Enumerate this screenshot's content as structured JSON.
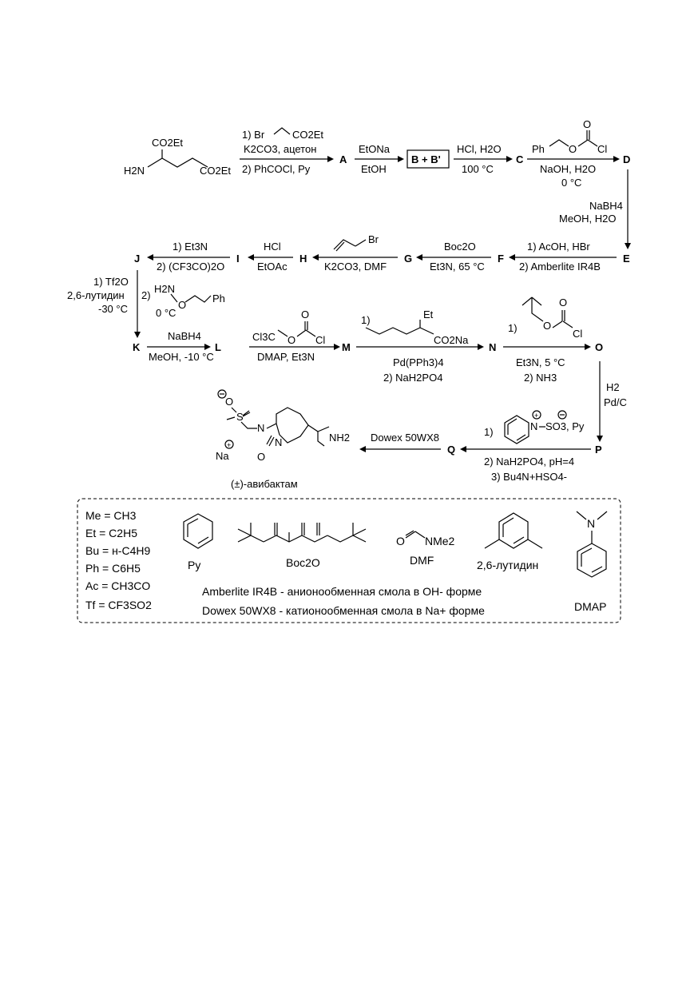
{
  "compounds": {
    "A": "A",
    "BB": "B + B'",
    "C": "C",
    "D": "D",
    "E": "E",
    "F": "F",
    "G": "G",
    "H": "H",
    "I": "I",
    "J": "J",
    "K": "K",
    "L": "L",
    "M": "M",
    "N": "N",
    "O": "O",
    "P": "P",
    "Q": "Q"
  },
  "start": {
    "co2et": "CO2Et",
    "h2n": "H2N",
    "co2et2": "CO2Et"
  },
  "steps": {
    "s1a": "1) Br",
    "s1b": "CO2Et",
    "s1c": "K2CO3, ацетон",
    "s1d": "2) PhCOCl, Py",
    "s2a": "EtONa",
    "s2b": "EtOH",
    "s3a": "HCl, H2O",
    "s3b": "100 °C",
    "s4o": "O",
    "s4ph": "Ph",
    "s4o2": "O",
    "s4cl": "Cl",
    "s4a": "NaOH, H2O",
    "s4b": "0 °C",
    "s5a": "NaBH4",
    "s5b": "MeOH, H2O",
    "s6a": "1) AcOH, HBr",
    "s6b": "2) Amberlite IR4B",
    "s7a": "Boc2O",
    "s7b": "Et3N, 65 °C",
    "s8br": "Br",
    "s8a": "K2CO3, DMF",
    "s9a": "HCl",
    "s9b": "EtOAc",
    "s10a": "1) Et3N",
    "s10b": "2) (CF3CO)2O",
    "s11a": "1) Tf2O",
    "s11b": "2,6-лутидин",
    "s11c": "-30 °C",
    "s11d": "2)",
    "s11e": "H2N",
    "s11f": "O",
    "s11g": "Ph",
    "s11h": "0 °C",
    "s12a": "NaBH4",
    "s12b": "MeOH, -10 °C",
    "s13a": "Cl3C",
    "s13b": "O",
    "s13c": "O",
    "s13d": "Cl",
    "s13e": "DMAP, Et3N",
    "s14a": "1)",
    "s14b": "Et",
    "s14c": "CO2Na",
    "s14d": "Pd(PPh3)4",
    "s14e": "2) NaH2PO4",
    "s15a": "1)",
    "s15b": "O",
    "s15c": "O",
    "s15d": "Cl",
    "s15e": "Et3N, 5 °C",
    "s15f": "2) NH3",
    "s16a": "H2",
    "s16b": "Pd/C",
    "s17a": "1)",
    "s17b": "N",
    "s17c": "SO3, Py",
    "s17d": "2) NaH2PO4, pH=4",
    "s17e": "3) Bu4N+HSO4-",
    "s18a": "Dowex 50WX8"
  },
  "product": {
    "name": "(±)-авибактам",
    "na": "Na",
    "nh2": "NH2",
    "n1": "N",
    "n2": "N",
    "o": "O",
    "so3": "O",
    "s": "S"
  },
  "legend": {
    "abbr": [
      "Me = CH3",
      "Et = C2H5",
      "Bu = н-C4H9",
      "Ph = C6H5",
      "Ac = CH3CO",
      "Tf = CF3SO2"
    ],
    "py": "Py",
    "boc2o": "Boc2O",
    "dmf": "DMF",
    "dmf_nme2": "NMe2",
    "lutidine": "2,6-лутидин",
    "dmap": "DMAP",
    "amberlite": "Amberlite IR4B - анионообменная смола в OH- форме",
    "dowex": "Dowex 50WX8 - катионообменная смола в Na+ форме"
  }
}
